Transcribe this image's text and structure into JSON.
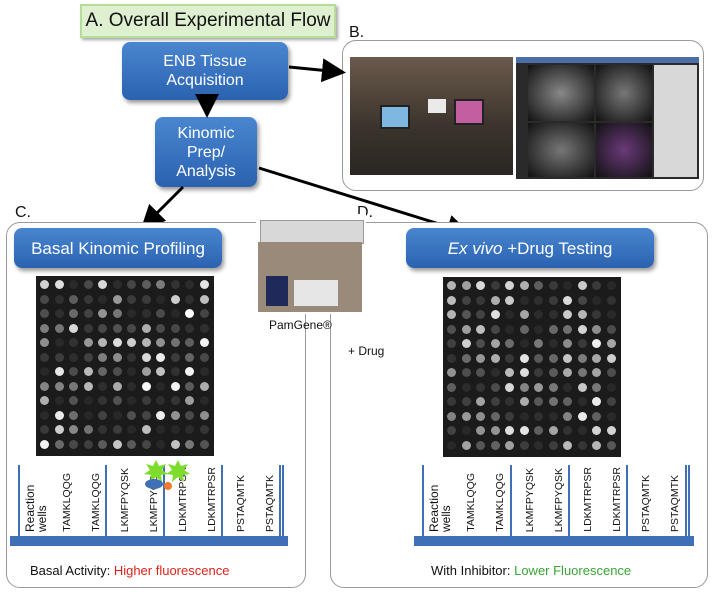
{
  "title": "A. Overall Experimental Flow",
  "boxes": {
    "enb": "ENB Tissue Acquisition",
    "kinomic": "Kinomic Prep/ Analysis",
    "basal": "Basal Kinomic Profiling",
    "exvivo_italic": "Ex vivo",
    "exvivo_rest": " +Drug Testing"
  },
  "letters": {
    "b": "B.",
    "c": "C.",
    "d": "D."
  },
  "pamgene": "PamGene®",
  "plus_drug": "+ Drug",
  "left_wells": [
    "Reaction wells",
    "TAMKLQQG",
    "TAMKLQQG",
    "LKMFPYQSK",
    "LKMFPYQSK",
    "LDKMTRPSR",
    "LDKMTRPSR",
    "PSTAQMTK",
    "PSTAQMTK"
  ],
  "right_wells": [
    "Reaction wells",
    "TAMKLQQG",
    "TAMKLQQG",
    "LKMFPYQSK",
    "LKMFPYQSK",
    "LDKMTRPSR",
    "LDKMTRPSR",
    "PSTAQMTK",
    "PSTAQMTK"
  ],
  "caption_left": {
    "prefix": "Basal Activity: ",
    "highlight": "Higher fluorescence"
  },
  "caption_right": {
    "prefix": "With Inhibitor: ",
    "highlight": "Lower Fluorescence"
  },
  "colors": {
    "box_blue": "#2a62b0",
    "higher": "#e0201b",
    "lower": "#3aa535",
    "title_bg": "#dff0d0"
  }
}
